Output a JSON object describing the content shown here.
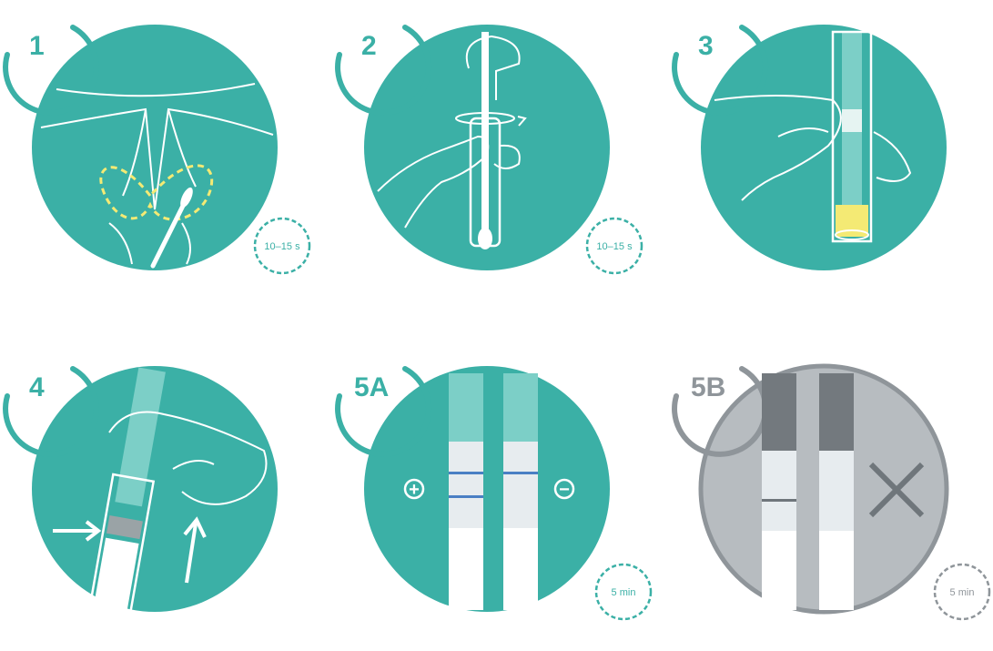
{
  "colors": {
    "teal": "#3bb0a6",
    "teal_light": "#6cc8bf",
    "gray": "#8f959a",
    "gray_dark": "#6f767b",
    "blue_line": "#4a7fc4",
    "yellow": "#f4ea74"
  },
  "steps": [
    {
      "label": "1",
      "timer": "10–15 s",
      "icon": "swab-insertion-illustration"
    },
    {
      "label": "2",
      "timer": "10–15 s",
      "icon": "swab-rotate-in-tube-illustration"
    },
    {
      "label": "3",
      "timer": "",
      "icon": "squeeze-tube-illustration"
    },
    {
      "label": "4",
      "timer": "",
      "icon": "insert-strip-illustration"
    },
    {
      "label": "5A",
      "timer": "5 min",
      "icon": "result-strips-illustration"
    },
    {
      "label": "5B",
      "timer": "5 min",
      "icon": "invalid-result-illustration"
    }
  ],
  "signs": {
    "positive": "+",
    "negative": "−"
  }
}
